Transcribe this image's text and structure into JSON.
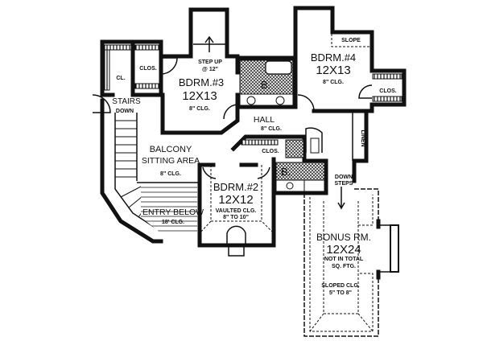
{
  "rooms": {
    "bdrm3": {
      "name": "BDRM.#3",
      "size": "12X13",
      "ceiling": "8\" CLG.",
      "note": "STEP UP",
      "note2": "@ 12\""
    },
    "bdrm4": {
      "name": "BDRM.#4",
      "size": "12X13",
      "ceiling": "8\" CLG.",
      "slope": "SLOPE",
      "closet": "CLOS."
    },
    "bdrm2": {
      "name": "BDRM.#2",
      "size": "12X12",
      "ceiling": "VAULTED CLG.",
      "ceiling2": "8\" TO 10\""
    },
    "bonus": {
      "name": "BONUS RM.",
      "size": "12X24",
      "note": "NOT IN TOTAL",
      "note2": "SQ. FTG.",
      "ceiling": "SLOPED CLG.",
      "ceiling2": "5\" TO 8\""
    },
    "hall": {
      "name": "HALL",
      "ceiling": "8\" CLG."
    },
    "balcony": {
      "name": "BALCONY",
      "sub": "SITTING AREA",
      "ceiling": "8\" CLG."
    },
    "entry": {
      "name": "ENTRY BELOW",
      "ceiling": "18' CLG."
    },
    "stairs": {
      "name": "STAIRS",
      "sub": "DOWN"
    },
    "closet_cl": "CL.",
    "closet_left": "CLOS.",
    "closet_bdrm2": "CLOS.",
    "bath1": "B.",
    "bath2": "B.",
    "linen": "LINEN",
    "down_steps": "DOWN",
    "down_steps2": "STEPS"
  }
}
